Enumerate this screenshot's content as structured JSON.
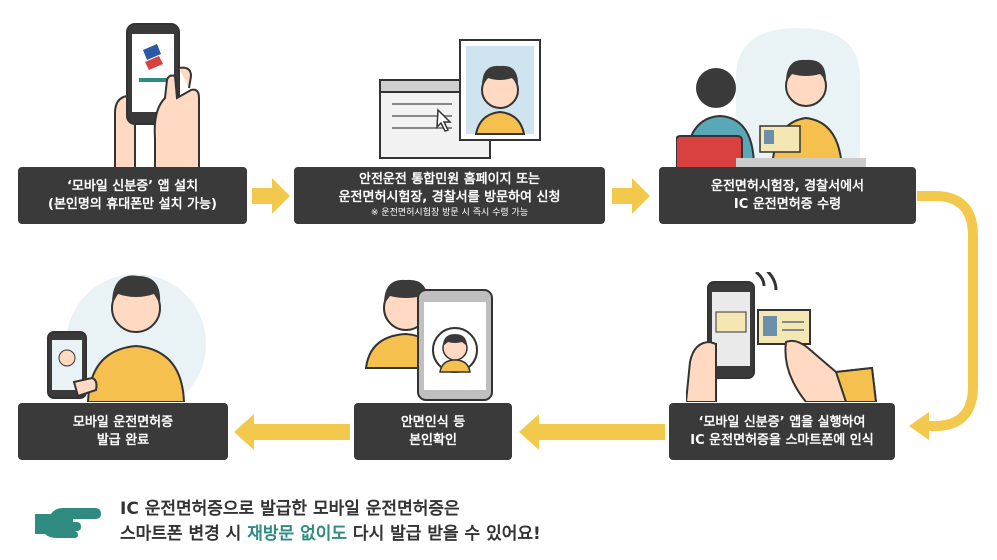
{
  "steps": [
    {
      "lines": [
        "‘모바일 신분증’ 앱 설치",
        "(본인명의 휴대폰만 설치 가능)"
      ]
    },
    {
      "lines": [
        "안전운전 통합민원 홈페이지 또는",
        "운전면허시험장, 경찰서를 방문하여 신청"
      ],
      "note": "※ 운전면허시험장 방문 시 즉시 수령 가능"
    },
    {
      "lines": [
        "운전면허시험장, 경찰서에서",
        "IC 운전면허증 수령"
      ]
    },
    {
      "lines": [
        "‘모바일 신분증’ 앱을 실행하여",
        "IC 운전면허증을 스마트폰에 인식"
      ]
    },
    {
      "lines": [
        "안면인식 등",
        "본인확인"
      ]
    },
    {
      "lines": [
        "모바일 운전면허증",
        "발급 완료"
      ]
    }
  ],
  "footer": {
    "line1": "IC 운전면허증으로 발급한 모바일 운전면허증은",
    "line2_pre": "스마트폰 변경 시 ",
    "line2_highlight": "재방문 없이도",
    "line2_post": " 다시 발급 받을 수 있어요!"
  },
  "colors": {
    "box": "#3a3a3a",
    "arrow": "#f2c94c",
    "accent": "#2f8a80",
    "skin": "#ffd9c2",
    "hair": "#3a3a3a",
    "shirt": "#f6c04e",
    "bg_circle": "#e9f3f6"
  },
  "icons": [
    "hand-phone-icon",
    "computer-photo-icon",
    "license-handover-icon",
    "phone-scan-license-icon",
    "face-recognition-icon",
    "person-phone-icon",
    "pointing-hand-icon"
  ]
}
